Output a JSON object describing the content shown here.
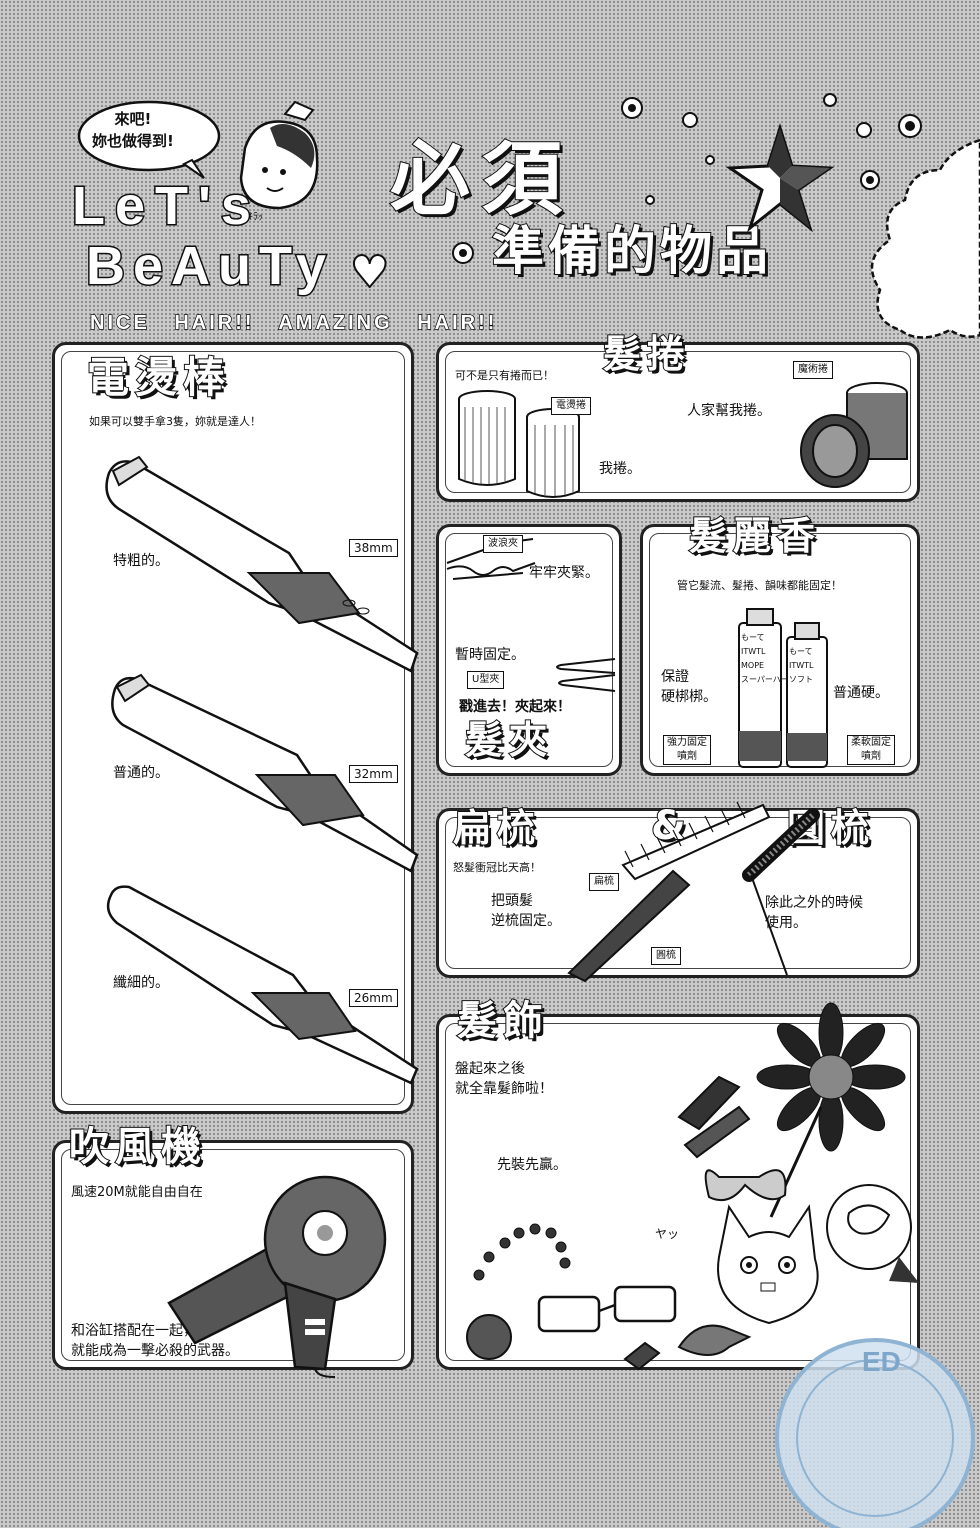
{
  "header": {
    "bubble": "來吧!\n妳也做得到!",
    "logo_line1": "LeT's",
    "logo_line2": "BeAuTy",
    "heart": "♥",
    "tagline": "NICE HAIR!! AMAZING HAIR!!",
    "title_main": "必須",
    "title_sub": "準備的物品"
  },
  "curling_iron": {
    "title": "電燙棒",
    "subtitle": "如果可以雙手拿3隻，妳就是達人！",
    "items": [
      {
        "size": "38mm",
        "label": "特粗的。"
      },
      {
        "size": "32mm",
        "label": "普通的。"
      },
      {
        "size": "26mm",
        "label": "纖細的。"
      }
    ]
  },
  "rollers": {
    "title": "髮捲",
    "note": "可不是只有捲而已！",
    "tag_left": "電燙捲",
    "tag_right": "魔術捲",
    "text_right": "人家幫我捲。",
    "text_bottom": "我捲。"
  },
  "clips": {
    "title": "髮夾",
    "tag_top": "波浪夾",
    "text_top": "牢牢夾緊。",
    "text_mid": "暫時固定。",
    "tag_u": "U型夾",
    "slogan": "戳進去！夾起來！"
  },
  "spray": {
    "title": "髮麗香",
    "subtitle": "管它髮流、髮捲、韻味都能固定！",
    "text_left": "保證\n硬梆梆。",
    "text_right": "普通硬。",
    "tag_left": "強力固定\n噴劑",
    "tag_right": "柔軟固定\n噴劑",
    "can1": "もーて\nITWTL\nMOPE\nスーパーハード",
    "can2": "もーて\nITWTL\nソフト"
  },
  "combs": {
    "title_left": "扁梳",
    "amp": "&",
    "title_right": "圓梳",
    "subtitle": "怒髮衝冠比天高！",
    "tag_flat": "扁梳",
    "tag_round": "圓梳",
    "text_left": "把頭髮\n逆梳固定。",
    "text_right": "除此之外的時候\n使用。"
  },
  "accessories": {
    "title": "髮飾",
    "subtitle": "盤起來之後\n就全靠髮飾啦！",
    "text": "先裝先贏。",
    "sfx": "ヤッ"
  },
  "dryer": {
    "title": "吹風機",
    "subtitle": "風速20M就能自由自在",
    "text": "和浴缸搭配在一起，\n就能成為一擊必殺的武器。"
  },
  "stamp": {
    "text": "ED"
  }
}
